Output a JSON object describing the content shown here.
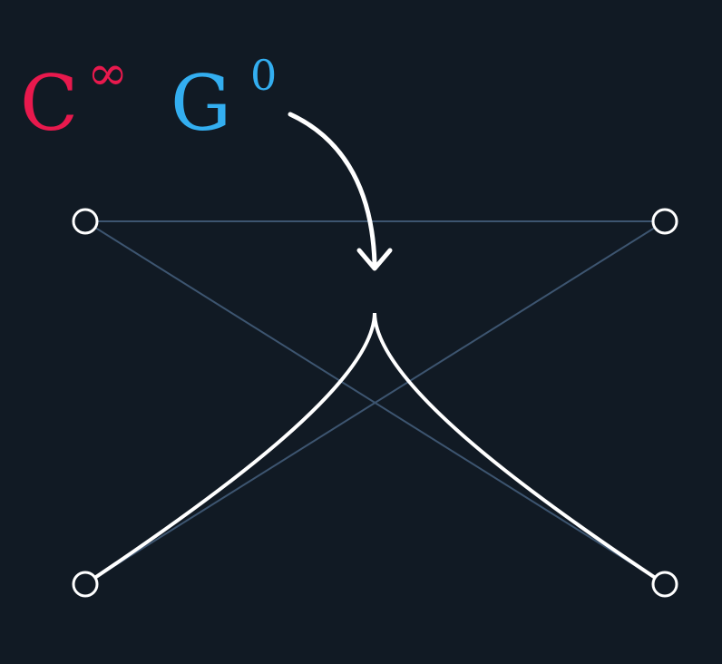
{
  "labels": {
    "continuity_letter": "C",
    "continuity_exponent": "∞",
    "geometric_letter": "G",
    "geometric_exponent": "0"
  },
  "colors": {
    "background": "#111a24",
    "continuity": "#e8194d",
    "geometric": "#33aef0",
    "curve": "#ffffff",
    "control_lines": "#3d5570",
    "control_points": "#ffffff"
  }
}
